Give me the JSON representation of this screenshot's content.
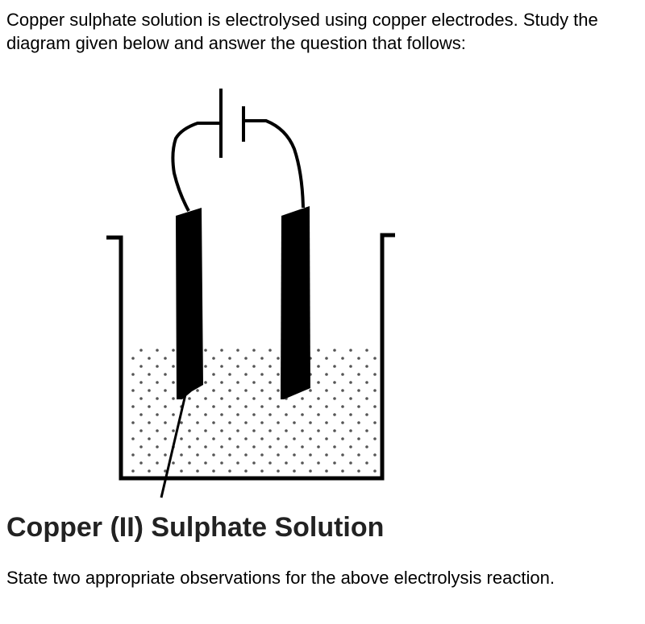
{
  "question": {
    "intro_text": "Copper sulphate solution is electrolysed using copper electrodes. Study the diagram given below and answer the question that follows:",
    "follow_up_text": "State two appropriate observations for the above electrolysis reaction."
  },
  "diagram": {
    "caption": "Copper (II) Sulphate Solution",
    "components": [
      "battery-cell",
      "connecting-wires",
      "left-copper-electrode",
      "right-copper-electrode",
      "beaker",
      "copper-sulphate-solution"
    ],
    "colors": {
      "ink": "#000000",
      "solution_dots": "#555555",
      "background": "#ffffff"
    }
  }
}
